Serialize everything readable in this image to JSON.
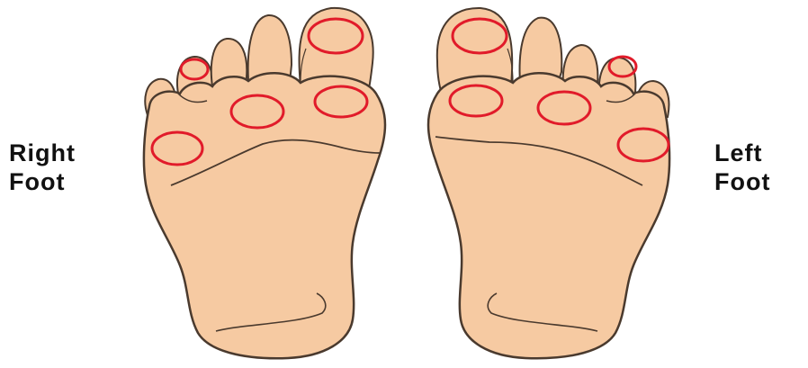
{
  "labels": {
    "right_foot": [
      "Right",
      "Foot"
    ],
    "left_foot": [
      "Left",
      "Foot"
    ]
  },
  "colors": {
    "skin": "#f6caa2",
    "outline": "#4a3a2e",
    "marker": "#e11b2a",
    "background": "#ffffff",
    "text": "#111111"
  }
}
